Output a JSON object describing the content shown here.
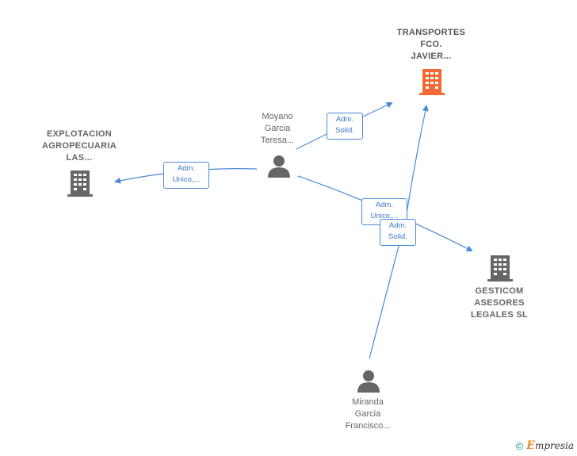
{
  "nodes": {
    "transportes": {
      "label_lines": [
        "TRANSPORTES",
        "FCO.",
        "JAVIER..."
      ],
      "type": "company",
      "color": "#f26a36"
    },
    "explotacion": {
      "label_lines": [
        "EXPLOTACION",
        "AGROPECUARIA",
        "LAS..."
      ],
      "type": "company",
      "color": "#666666"
    },
    "gesticom": {
      "label_lines": [
        "GESTICOM",
        "ASESORES",
        "LEGALES SL"
      ],
      "type": "company",
      "color": "#666666"
    },
    "moyano": {
      "label_lines": [
        "Moyano",
        "Garcia",
        "Teresa..."
      ],
      "type": "person",
      "color": "#666666"
    },
    "miranda": {
      "label_lines": [
        "Miranda",
        "Garcia",
        "Francisco..."
      ],
      "type": "person",
      "color": "#666666"
    }
  },
  "edges": {
    "moyano_transportes": {
      "label_lines": [
        "Adm.",
        "Solid."
      ]
    },
    "moyano_explotacion": {
      "label_lines": [
        "Adm.",
        "Unico,..."
      ]
    },
    "moyano_gesticom": {
      "label_lines": [
        "Adm.",
        "Unico,..."
      ]
    },
    "miranda_gesticom": {
      "label_lines": [
        "Adm.",
        "Solid."
      ]
    }
  },
  "colors": {
    "edge": "#4a8ad8",
    "accent": "#f26a36",
    "icon_gray": "#666666"
  },
  "footer": {
    "copyright_symbol": "©",
    "brand_first": "E",
    "brand_rest": "mpresia"
  }
}
